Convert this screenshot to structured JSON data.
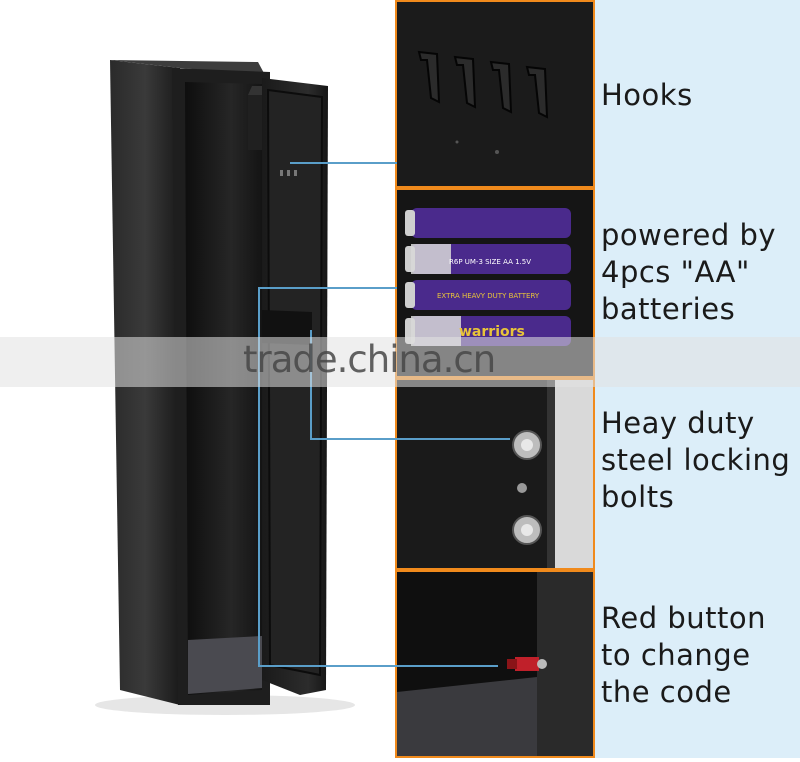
{
  "features": [
    {
      "label": "Hooks"
    },
    {
      "label": "powered by\n4pcs \"AA\"\nbatteries"
    },
    {
      "label": "Heay duty\nsteel locking\nbolts"
    },
    {
      "label": "Red button\nto change\nthe code"
    }
  ],
  "battery_text": {
    "brand": "warriors",
    "spec": "R6P UM-3 SIZE AA 1.5V",
    "series": "EXTRA HEAVY DUTY BATTERY"
  },
  "watermark": "trade.china.cn",
  "colors": {
    "panel_border": "#f08a1c",
    "label_background": "#dceef9",
    "callout_line": "#5a9ec9",
    "battery_purple": "#4a2a8c",
    "button_red": "#c0202a"
  }
}
